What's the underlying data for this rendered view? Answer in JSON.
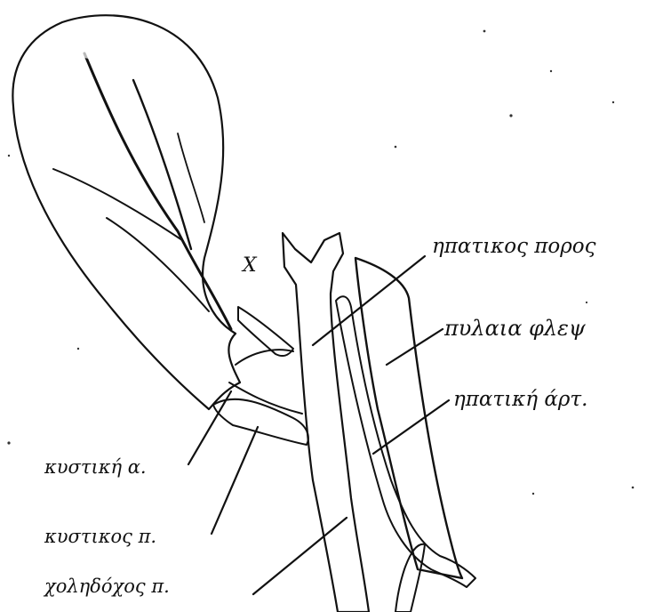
{
  "labels": {
    "marker_x": "X",
    "hepatic_duct": "ηπατικος πορος",
    "portal_vein": "πυλαια φλεψ",
    "hepatic_artery": "ηπατική άρτ.",
    "cystic_artery": "κυστική α.",
    "cystic_duct": "κυστικος π.",
    "common_bile_duct": "χοληδόχος π."
  },
  "colors": {
    "ink": "#111111",
    "background": "#ffffff"
  }
}
